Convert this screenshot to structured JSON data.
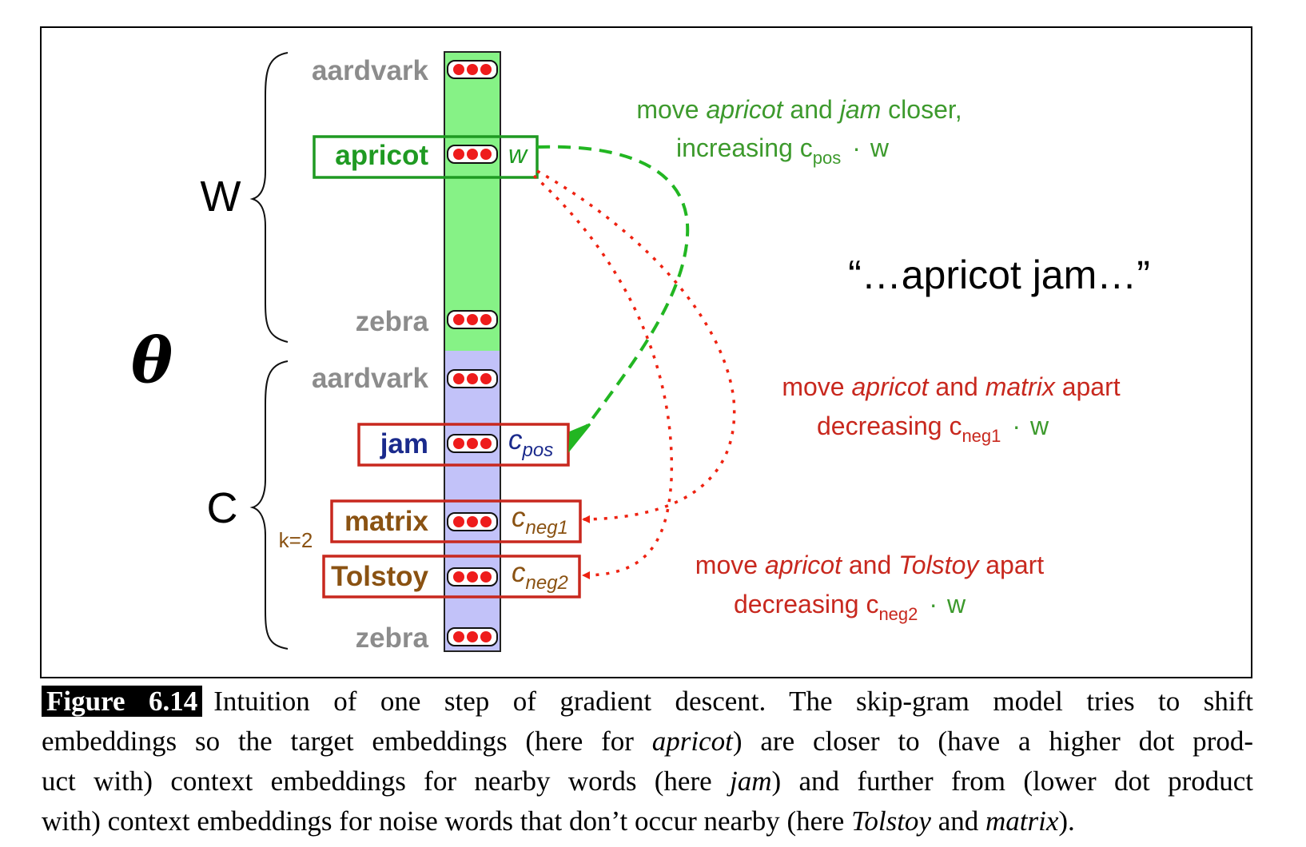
{
  "figure": {
    "theta": "θ",
    "W_label": "W",
    "C_label": "C",
    "k_label": "k=2",
    "quote": "“…apricot jam…”",
    "target_words": {
      "top": "aardvark",
      "selected": "apricot",
      "selected_var": "w",
      "bottom": "zebra"
    },
    "context_words": {
      "top": "aardvark",
      "pos": "jam",
      "pos_var": "c",
      "pos_sub": "pos",
      "neg1": "matrix",
      "neg1_var": "c",
      "neg1_sub": "neg1",
      "neg2": "Tolstoy",
      "neg2_var": "c",
      "neg2_sub": "neg2",
      "bottom": "zebra"
    },
    "annotations": {
      "pos": {
        "move": "move",
        "a": "apricot",
        "and": "and",
        "b": "jam",
        "rest": "closer,",
        "line2a": "increasing c",
        "sub": "pos",
        "dot": "·",
        "w": "w"
      },
      "neg1": {
        "move": "move",
        "a": "apricot",
        "and": "and",
        "b": "matrix",
        "rest": "apart",
        "line2a": "decreasing c",
        "sub": "neg1",
        "dot": "·",
        "w": "w"
      },
      "neg2": {
        "move": "move",
        "a": "apricot",
        "and": "and",
        "b": "Tolstoy",
        "rest": "apart",
        "line2a": "decreasing c",
        "sub": "neg2",
        "dot": "·",
        "w": "w"
      }
    },
    "colors": {
      "target_column": "#86f286",
      "context_column": "#c2c2f9",
      "green": "#3d9a2d",
      "box_green": "#1f9a22",
      "red": "#c8281e",
      "arrow_red": "#ee2211",
      "arrow_green": "#22b622",
      "brown": "#8a5212",
      "navy": "#1a2a8c",
      "grey_word": "#8c8c8c",
      "dot_red": "#ee1c1c"
    }
  },
  "caption": {
    "label": "Figure 6.14",
    "line1": "Intuition of one step of gradient descent. The skip-gram model tries to shift",
    "line2a": "embeddings so the target embeddings (here for ",
    "line2b": "apricot",
    "line2c": ") are closer to (have a higher dot prod-",
    "line3a": "uct with) context embeddings for nearby words (here ",
    "line3b": "jam",
    "line3c": ") and further from (lower dot product",
    "line4a": "with) context embeddings for noise words that don’t occur nearby (here ",
    "line4b": "Tolstoy",
    "line4c": " and ",
    "line4d": "matrix",
    "line4e": ")."
  }
}
